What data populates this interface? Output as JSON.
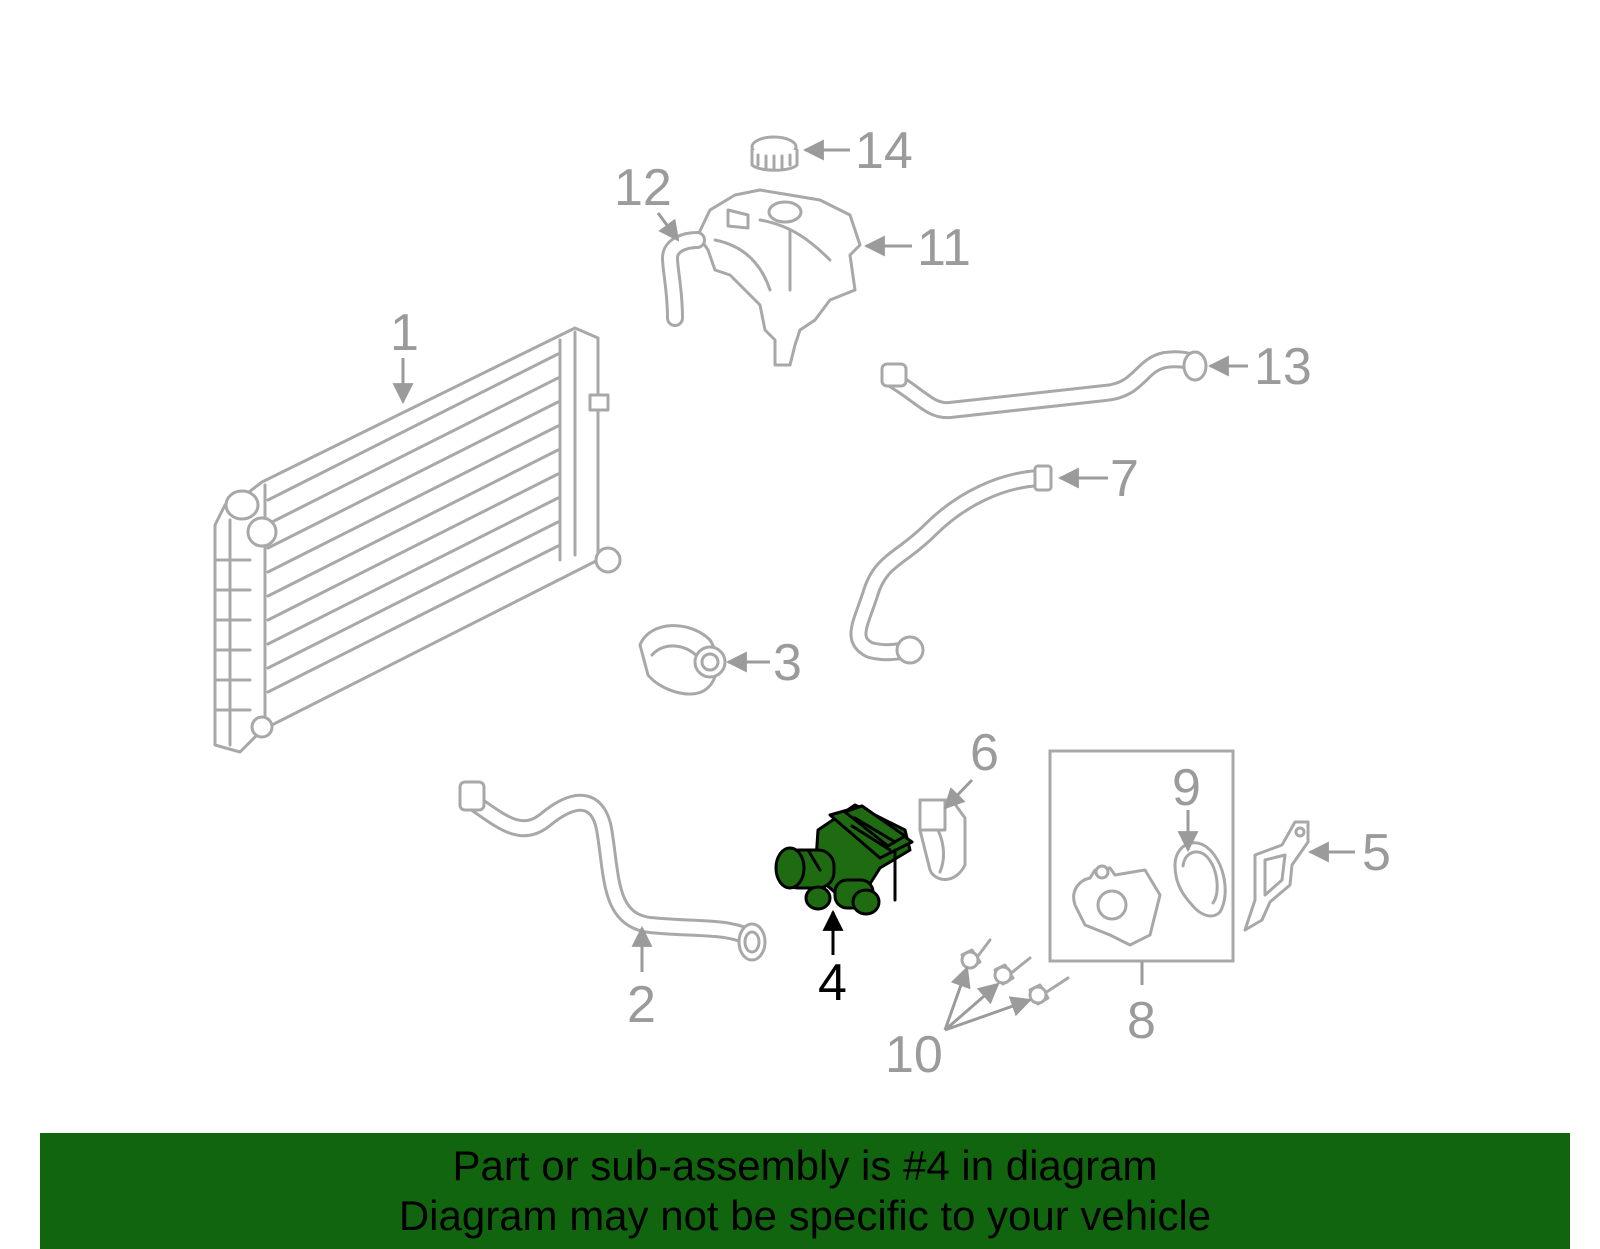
{
  "diagram": {
    "highlight_color": "#1f6b12",
    "callouts": {
      "c1": "1",
      "c2": "2",
      "c3": "3",
      "c4": "4",
      "c5": "5",
      "c6": "6",
      "c7": "7",
      "c8": "8",
      "c9": "9",
      "c10": "10",
      "c11": "11",
      "c12": "12",
      "c13": "13",
      "c14": "14"
    }
  },
  "banner": {
    "color": "#12650f",
    "line1": "Part or sub-assembly is #4 in diagram",
    "line2": "Diagram may not be specific to your vehicle"
  }
}
